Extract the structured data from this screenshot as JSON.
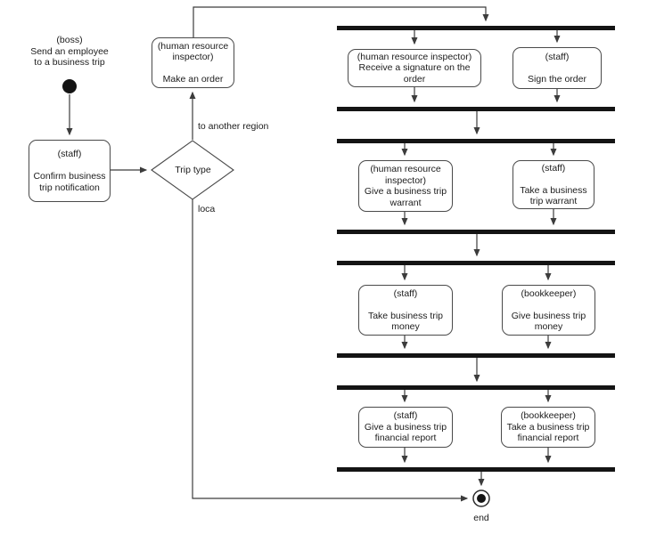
{
  "meta": {
    "diagram_type": "uml-activity-diagram",
    "colors": {
      "background": "#ffffff",
      "line": "#3c3c3c",
      "sync_bar": "#141414",
      "node_border": "#4a4a4a",
      "text": "#1c1c1c"
    }
  },
  "start": {
    "caption": "(boss)\nSend an employee\nto a business trip"
  },
  "decision": {
    "label": "Trip type",
    "outcome_up": "to another region",
    "outcome_down": "loca"
  },
  "end": {
    "caption": "end"
  },
  "nodes": {
    "confirm": {
      "text": "(staff)\n\nConfirm business\ntrip notification"
    },
    "make_order": {
      "text": "(human resource\ninspector)\n\nMake an order"
    },
    "receive_signature": {
      "text": "(human resource inspector)\nReceive a signature on the\norder"
    },
    "sign_order": {
      "text": "(staff)\n\nSign the order"
    },
    "give_warrant": {
      "text": "(human resource\ninspector)\nGive a business trip\nwarrant"
    },
    "take_warrant": {
      "text": "(staff)\n\nTake a business\ntrip warrant"
    },
    "take_money": {
      "text": "(staff)\n\nTake business trip\nmoney"
    },
    "give_money": {
      "text": "(bookkeeper)\n\nGive business trip\nmoney"
    },
    "give_report": {
      "text": "(staff)\nGive a business trip\nfinancial report"
    },
    "take_report": {
      "text": "(bookkeeper)\nTake a business trip\nfinancial report"
    }
  }
}
